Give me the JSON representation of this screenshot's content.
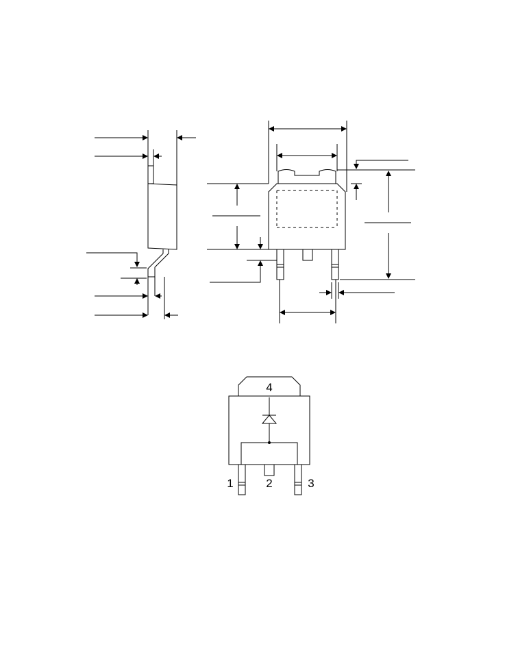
{
  "schematic": {
    "tab_pin": "4",
    "pins": [
      "1",
      "2",
      "3"
    ]
  },
  "colors": {
    "ink": "#000000",
    "paper": "#ffffff"
  }
}
